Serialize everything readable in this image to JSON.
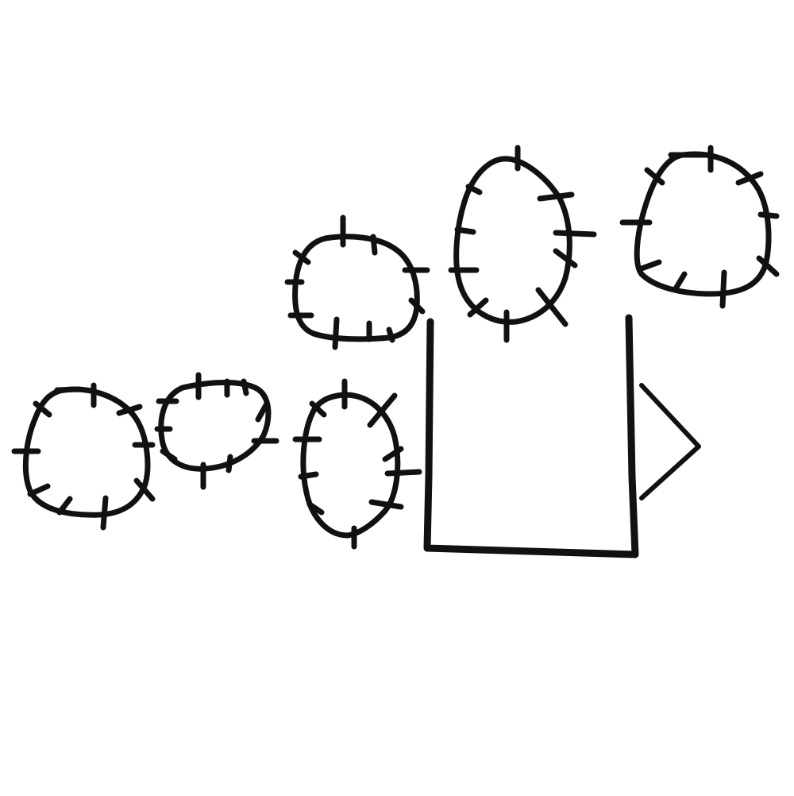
{
  "drawing": {
    "ink_color": "#111111",
    "background_color": "#ffffff",
    "elements": [
      "spiky-blob",
      "spiky-blob",
      "spiky-blob",
      "spiky-blob",
      "spiky-blob",
      "spiky-blob",
      "open-box",
      "chevron-arrow"
    ]
  }
}
